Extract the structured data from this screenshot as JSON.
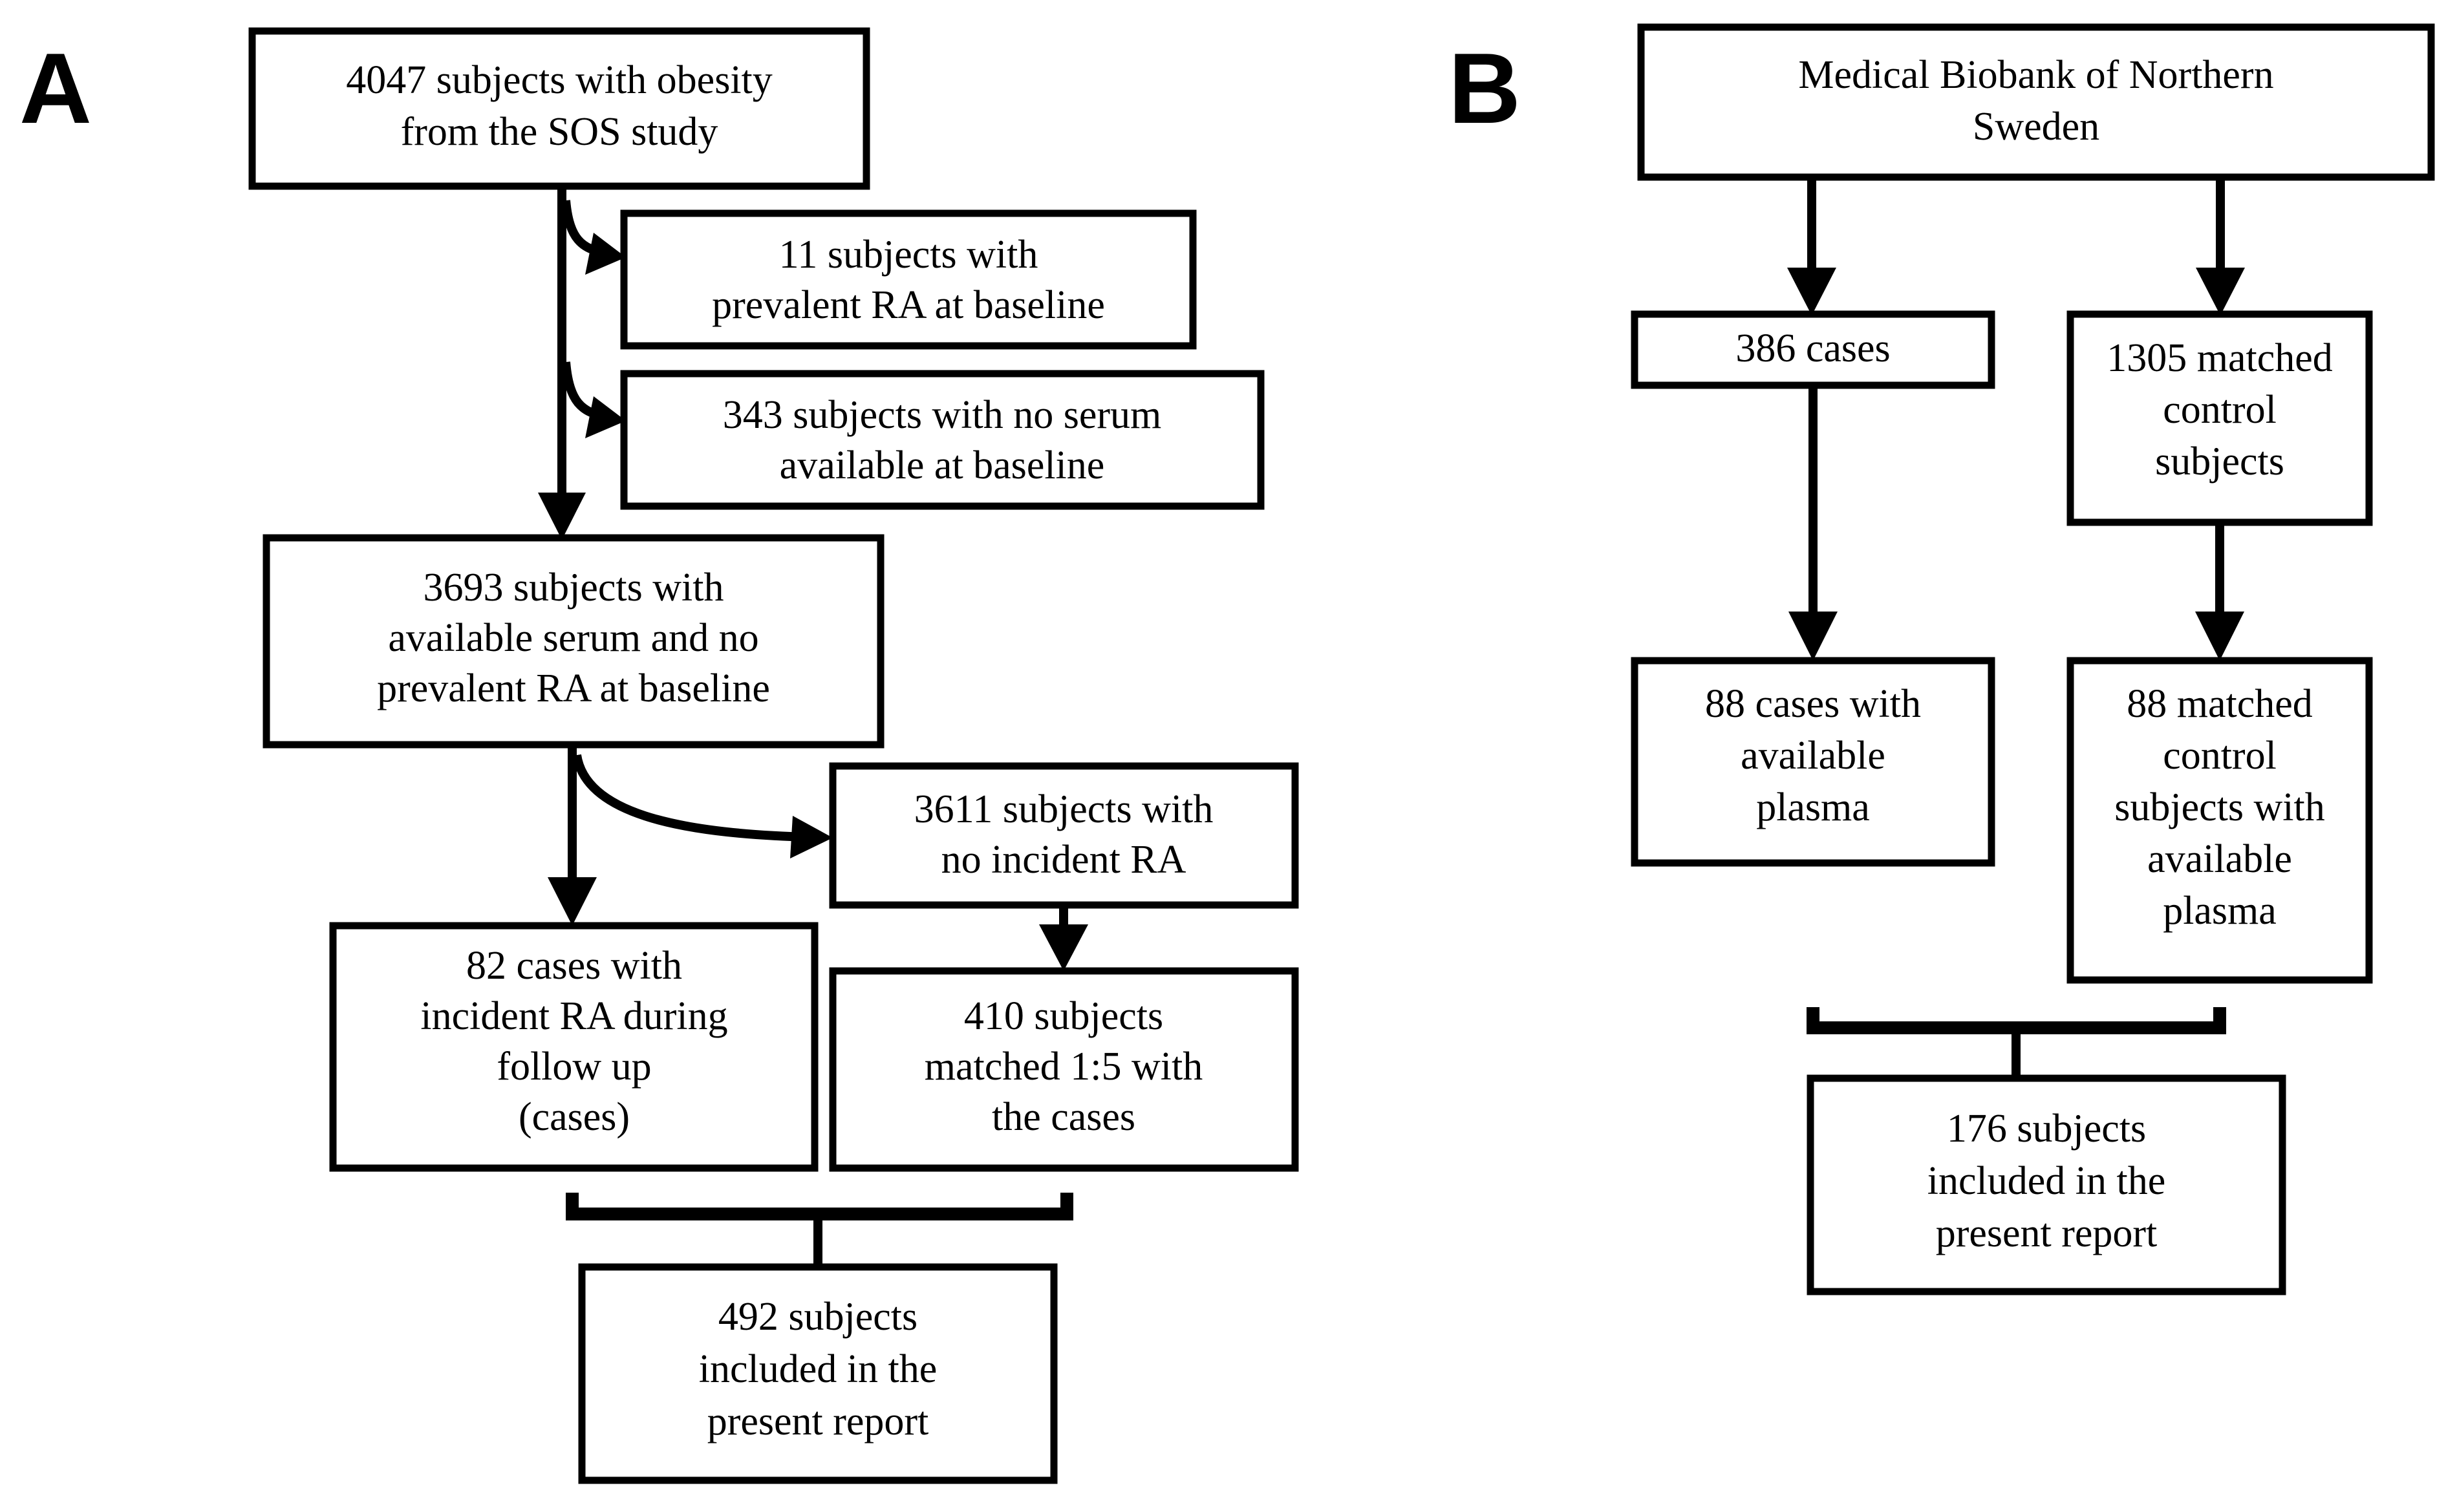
{
  "figure": {
    "type": "study-flowchart",
    "background_color": "#ffffff",
    "line_color": "#000000",
    "panels": [
      {
        "id": "A",
        "label": "A",
        "nodes": [
          {
            "id": "a-source",
            "lines": [
              "4047 subjects with obesity",
              "from the SOS study"
            ]
          },
          {
            "id": "a-excl-prevalent",
            "lines": [
              "11 subjects with",
              "prevalent RA at baseline"
            ]
          },
          {
            "id": "a-excl-noserum",
            "lines": [
              "343 subjects with no serum",
              "available at baseline"
            ]
          },
          {
            "id": "a-eligible",
            "lines": [
              "3693 subjects with",
              "available serum and no",
              "prevalent RA at baseline"
            ]
          },
          {
            "id": "a-noincident",
            "lines": [
              "3611 subjects with",
              "no incident RA"
            ]
          },
          {
            "id": "a-cases",
            "lines": [
              "82 cases with",
              "incident RA during",
              "follow up",
              "(cases)"
            ]
          },
          {
            "id": "a-matched",
            "lines": [
              "410 subjects",
              "matched 1:5 with",
              "the cases"
            ]
          },
          {
            "id": "a-included",
            "lines": [
              "492 subjects",
              "included in the",
              "present report"
            ]
          }
        ]
      },
      {
        "id": "B",
        "label": "B",
        "nodes": [
          {
            "id": "b-source",
            "lines": [
              "Medical Biobank of Northern",
              "Sweden"
            ]
          },
          {
            "id": "b-cases",
            "lines": [
              "386 cases"
            ]
          },
          {
            "id": "b-controls",
            "lines": [
              "1305 matched",
              "control",
              "subjects"
            ]
          },
          {
            "id": "b-cases-plasma",
            "lines": [
              "88 cases with",
              "available",
              "plasma"
            ]
          },
          {
            "id": "b-controls-plasma",
            "lines": [
              "88 matched",
              "control",
              "subjects with",
              "available",
              "plasma"
            ]
          },
          {
            "id": "b-included",
            "lines": [
              "176 subjects",
              "included in the",
              "present report"
            ]
          }
        ]
      }
    ]
  }
}
